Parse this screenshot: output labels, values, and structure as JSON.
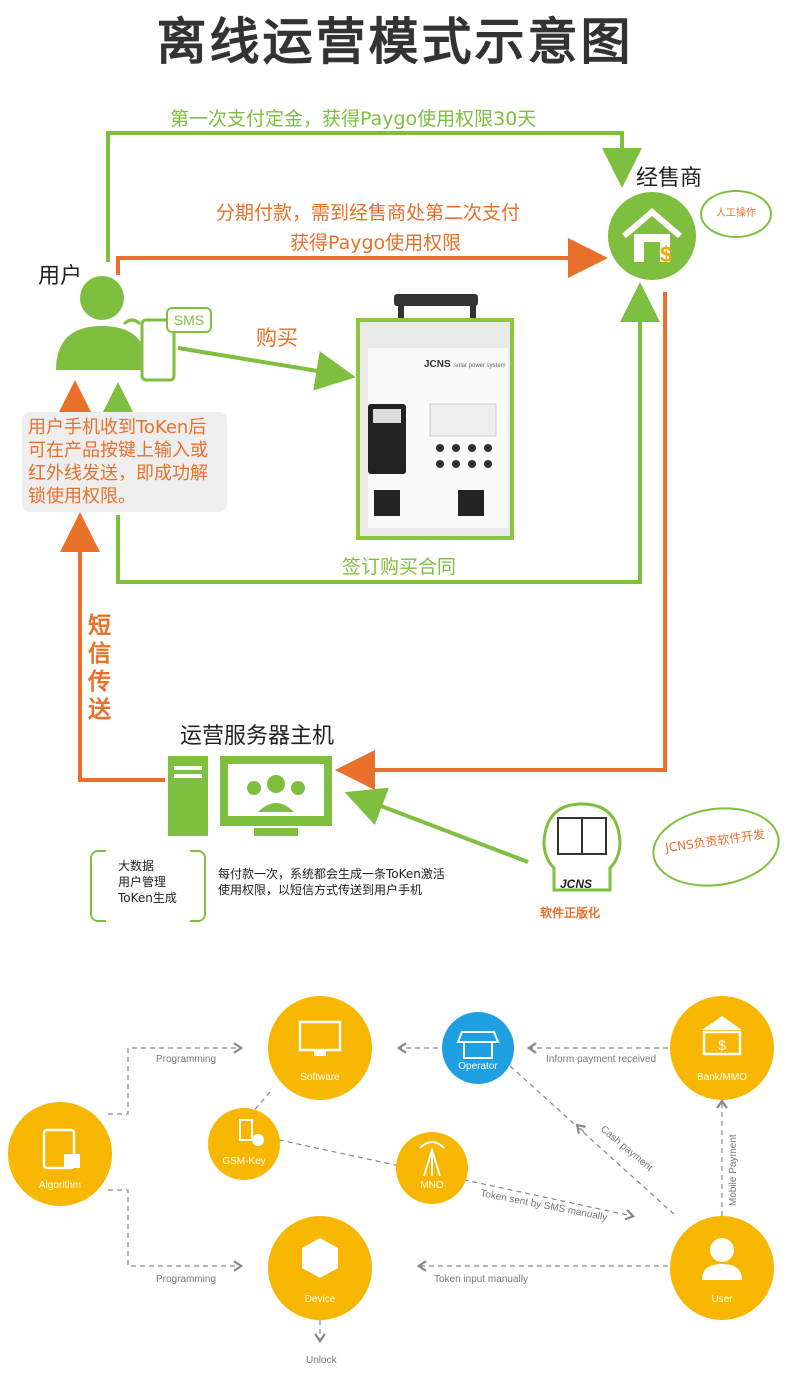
{
  "title": "离线运营模式示意图",
  "top_diagram": {
    "user_label": "用户",
    "dealer_label": "经售商",
    "manual_op": "人工操作",
    "sms_badge": "SMS",
    "flow_deposit": "第一次支付定金，获得Paygo使用权限30天",
    "flow_installment_line1": "分期付款，需到经售商处第二次支付",
    "flow_installment_line2": "获得Paygo使用权限",
    "flow_buy": "购买",
    "flow_contract": "签订购买合同",
    "sms_transfer": "短信传送",
    "token_note": "用户手机收到ToKen后可在产品按键上输入或红外线发送，即成功解锁使用权限。",
    "server_label": "运营服务器主机",
    "server_features": [
      "大数据",
      "用户管理",
      "ToKen生成"
    ],
    "server_desc_line1": "每付款一次，系统都会生成一条ToKen激活",
    "server_desc_line2": "使用权限，以短信方式传送到用户手机",
    "software_caption": "软件正版化",
    "dev_bubble": "JCNS负责软件开发",
    "jcns_logo": "JCNS",
    "product_brand": "JCNS",
    "product_sub": "solar power system"
  },
  "bottom_diagram": {
    "nodes": {
      "software": "Software",
      "operator": "Operator",
      "bank": "Bank/MMO",
      "algorithm": "Algorithm",
      "gsm_key": "GSM-Key",
      "mno": "MNO",
      "device": "Device",
      "user": "User",
      "unlock": "Unlock"
    },
    "edges": {
      "programming_top": "Programming",
      "programming_bottom": "Programming",
      "inform_payment": "Inform payment received",
      "cash_payment": "Cash payment",
      "token_sms": "Token sent by SMS manually",
      "token_input": "Token input manually",
      "mobile_payment": "Mobile Payment"
    },
    "colors": {
      "node": "#f7b600",
      "operator": "#1e9fe0",
      "edge": "#888888"
    }
  }
}
